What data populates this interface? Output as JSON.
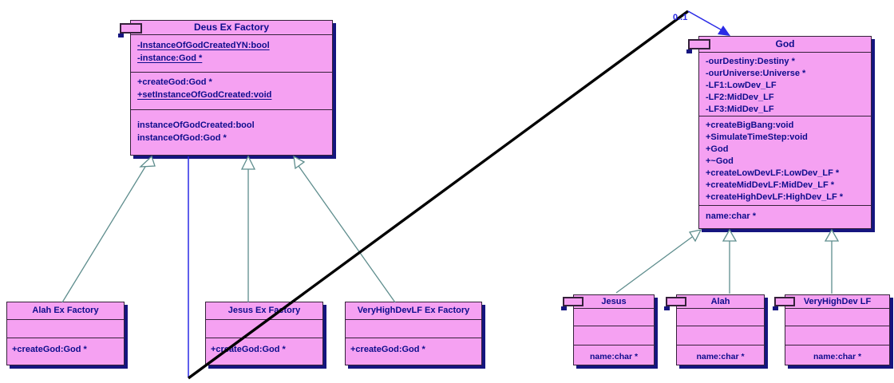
{
  "diagram": {
    "association": {
      "label": "0..1"
    },
    "colors": {
      "box_fill": "#F5A1F2",
      "box_border": "#35213a",
      "box_shadow": "#15157f",
      "text": "#0d0d8c",
      "inheritance_line": "#5e8d8d",
      "association_line": "#2a2ae6",
      "overlay_line": "#000000"
    }
  },
  "classes": {
    "deus": {
      "title": "Deus Ex Factory",
      "attrs": [
        "-InstanceOfGodCreatedYN:bool",
        "-instance:God *"
      ],
      "methods": [
        "+createGod:God *",
        "+setInstanceOfGodCreated:void"
      ],
      "props": [
        "instanceOfGodCreated:bool",
        "instanceOfGod:God *"
      ]
    },
    "god": {
      "title": "God",
      "attrs": [
        "-ourDestiny:Destiny *",
        "-ourUniverse:Universe *",
        "-LF1:LowDev_LF",
        "-LF2:MidDev_LF",
        "-LF3:MidDev_LF"
      ],
      "methods": [
        "+createBigBang:void",
        "+SimulateTimeStep:void",
        "+God",
        "+~God",
        "+createLowDevLF:LowDev_LF *",
        "+createMidDevLF:MidDev_LF *",
        "+createHighDevLF:HighDev_LF *"
      ],
      "props": [
        "name:char *"
      ]
    },
    "alah_factory": {
      "title": "Alah Ex Factory",
      "methods": [
        "+createGod:God *"
      ]
    },
    "jesus_factory": {
      "title": "Jesus Ex Factory",
      "methods": [
        "+createGod:God *"
      ]
    },
    "vhd_factory": {
      "title": "VeryHighDevLF Ex Factory",
      "methods": [
        "+createGod:God *"
      ]
    },
    "jesus": {
      "title": "Jesus",
      "props": [
        "name:char *"
      ]
    },
    "alah": {
      "title": "Alah",
      "props": [
        "name:char *"
      ]
    },
    "vhd": {
      "title": "VeryHighDev LF",
      "props": [
        "name:char *"
      ]
    }
  }
}
